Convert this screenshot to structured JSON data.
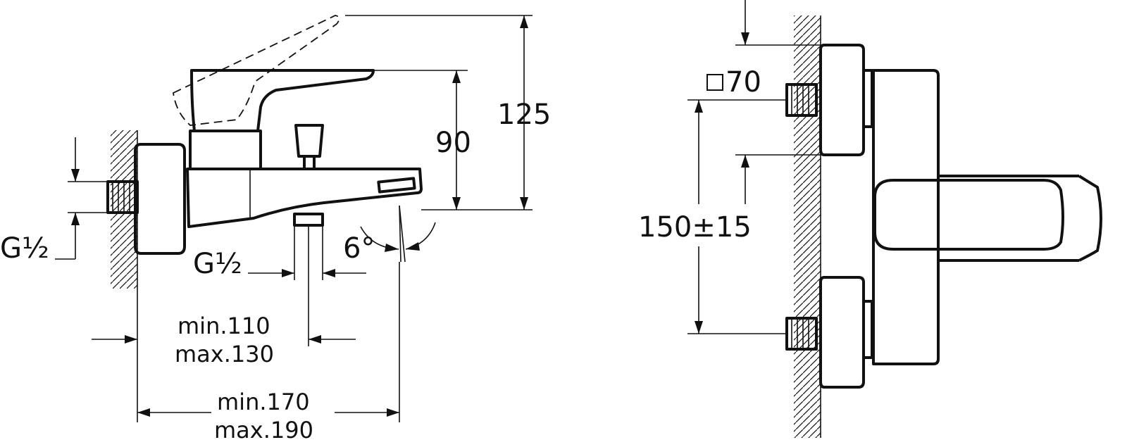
{
  "drawing": {
    "side_view": {
      "height_total": "125",
      "height_lever": "90",
      "thread_inlet": "G½",
      "thread_outlet": "G½",
      "spout_angle": "6°",
      "outlet_distance_min": "min.110",
      "outlet_distance_max": "max.130",
      "spout_projection_min": "min.170",
      "spout_projection_max": "max.190"
    },
    "front_view": {
      "escutcheon_size": "70",
      "centre_distance": "150±15"
    }
  },
  "colors": {
    "line": "#111111",
    "background": "#ffffff"
  }
}
